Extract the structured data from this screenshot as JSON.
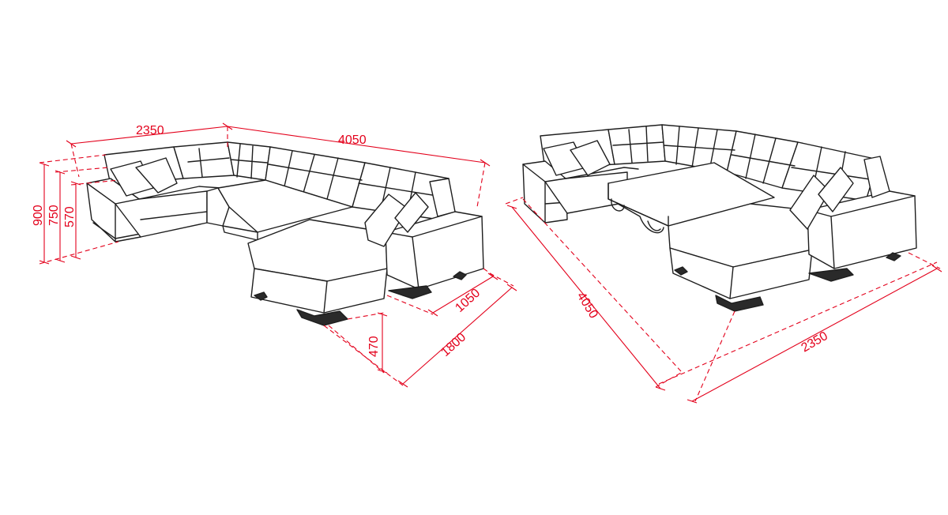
{
  "colors": {
    "dimension": "#e3001b",
    "outline": "#1e1e1e",
    "background": "#ffffff"
  },
  "left_view": {
    "width_short": "2350",
    "width_long": "4050",
    "height_total": "900",
    "height_back": "750",
    "height_seat": "570",
    "chaise_depth": "1050",
    "chaise_length": "1800",
    "seat_height_chaise": "470"
  },
  "right_view": {
    "length": "4050",
    "width": "2350"
  }
}
